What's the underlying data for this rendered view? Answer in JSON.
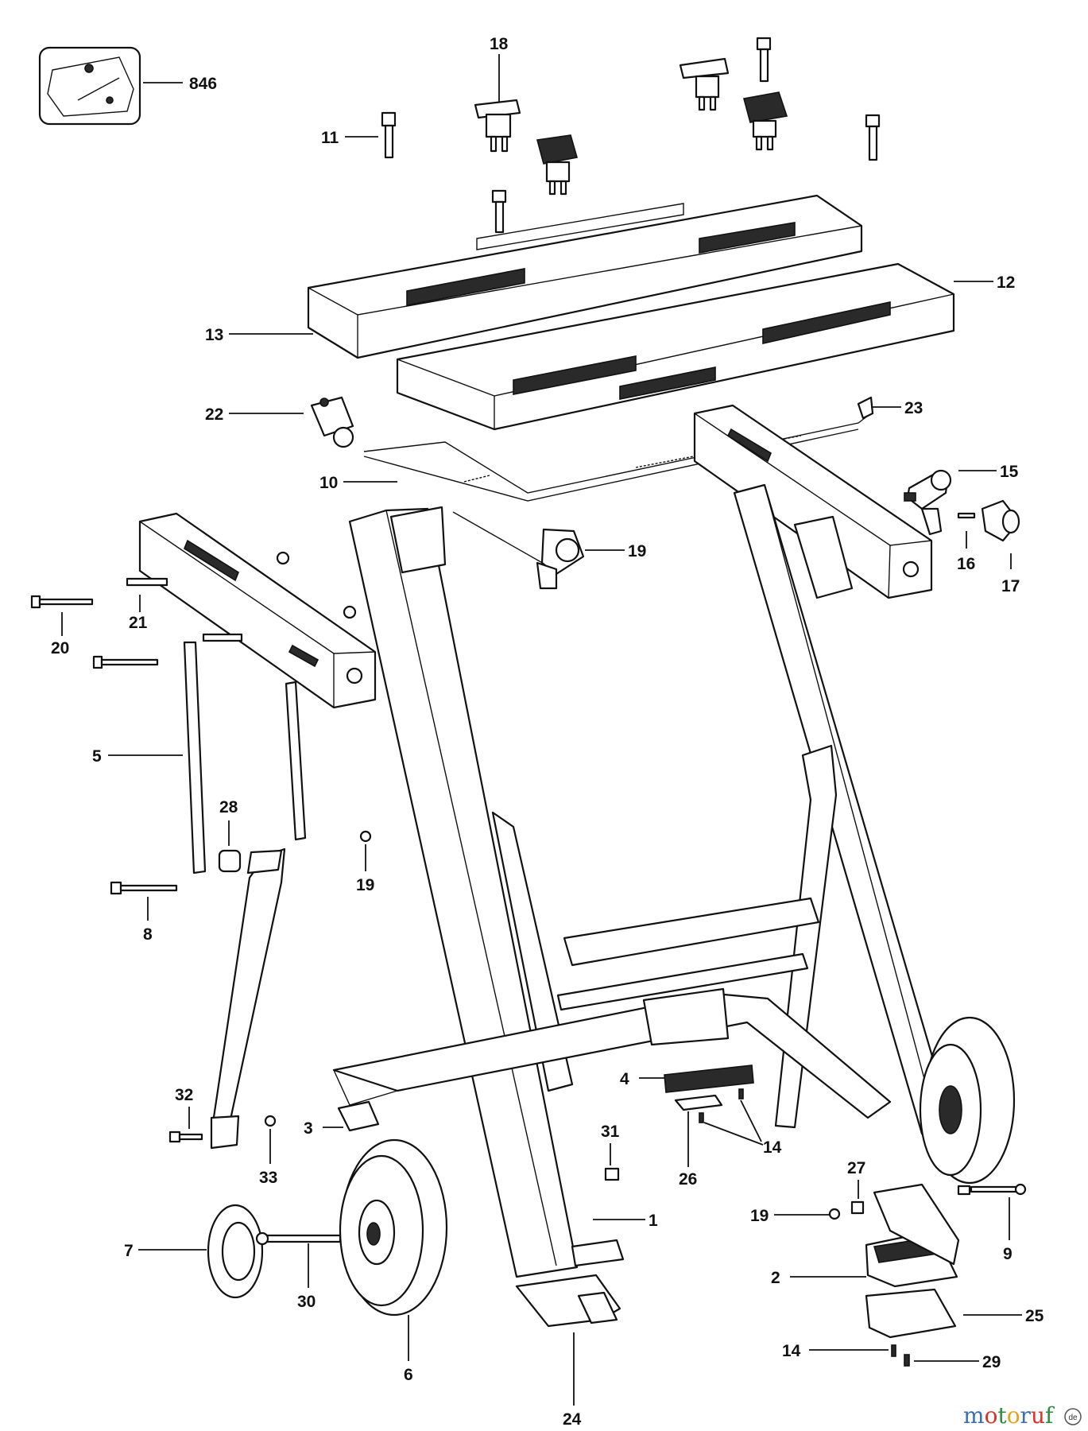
{
  "diagram": {
    "callouts": [
      {
        "id": "c846",
        "label": "846"
      },
      {
        "id": "c18",
        "label": "18"
      },
      {
        "id": "c11",
        "label": "11"
      },
      {
        "id": "c12",
        "label": "12"
      },
      {
        "id": "c13",
        "label": "13"
      },
      {
        "id": "c22",
        "label": "22"
      },
      {
        "id": "c23",
        "label": "23"
      },
      {
        "id": "c10",
        "label": "10"
      },
      {
        "id": "c15",
        "label": "15"
      },
      {
        "id": "c19a",
        "label": "19"
      },
      {
        "id": "c16",
        "label": "16"
      },
      {
        "id": "c17",
        "label": "17"
      },
      {
        "id": "c20",
        "label": "20"
      },
      {
        "id": "c21",
        "label": "21"
      },
      {
        "id": "c5",
        "label": "5"
      },
      {
        "id": "c28",
        "label": "28"
      },
      {
        "id": "c19b",
        "label": "19"
      },
      {
        "id": "c8",
        "label": "8"
      },
      {
        "id": "c4",
        "label": "4"
      },
      {
        "id": "c32",
        "label": "32"
      },
      {
        "id": "c3",
        "label": "3"
      },
      {
        "id": "c31",
        "label": "31"
      },
      {
        "id": "c33",
        "label": "33"
      },
      {
        "id": "c14a",
        "label": "14"
      },
      {
        "id": "c26",
        "label": "26"
      },
      {
        "id": "c27",
        "label": "27"
      },
      {
        "id": "c1",
        "label": "1"
      },
      {
        "id": "c19c",
        "label": "19"
      },
      {
        "id": "c9",
        "label": "9"
      },
      {
        "id": "c7",
        "label": "7"
      },
      {
        "id": "c30",
        "label": "30"
      },
      {
        "id": "c2",
        "label": "2"
      },
      {
        "id": "c6",
        "label": "6"
      },
      {
        "id": "c25",
        "label": "25"
      },
      {
        "id": "c14b",
        "label": "14"
      },
      {
        "id": "c29",
        "label": "29"
      },
      {
        "id": "c24",
        "label": "24"
      }
    ]
  },
  "watermark": {
    "letters": [
      "m",
      "o",
      "t",
      "o",
      "r",
      "u",
      "f"
    ],
    "colors": [
      "#3a6fb0",
      "#d9342b",
      "#2e8b3e",
      "#e6a117",
      "#3a6fb0",
      "#d9342b",
      "#2e8b3e"
    ],
    "badge_text": "de"
  }
}
